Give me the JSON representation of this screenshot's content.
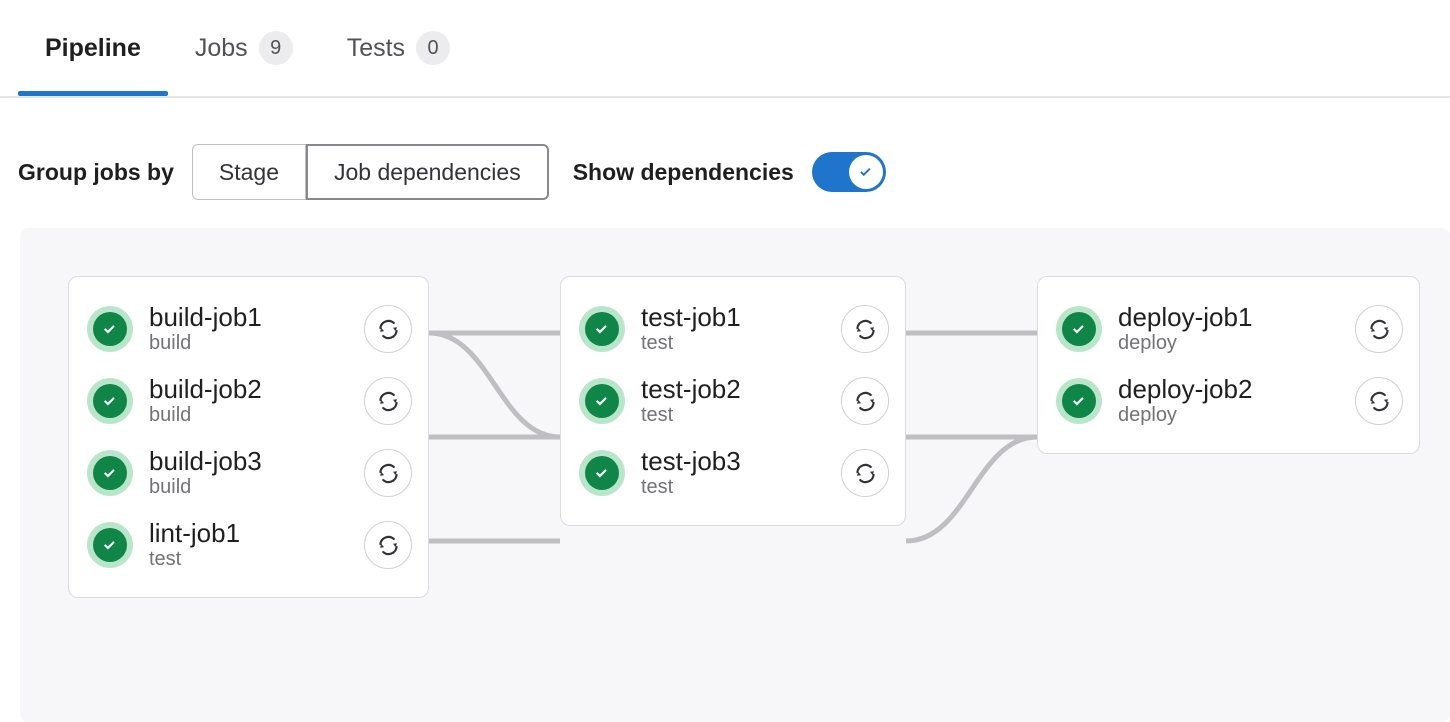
{
  "tabs": [
    {
      "label": "Pipeline",
      "badge": null,
      "active": true,
      "name": "tab-pipeline"
    },
    {
      "label": "Jobs",
      "badge": "9",
      "active": false,
      "name": "tab-jobs"
    },
    {
      "label": "Tests",
      "badge": "0",
      "active": false,
      "name": "tab-tests"
    }
  ],
  "controls": {
    "group_label": "Group jobs by",
    "segmented": [
      {
        "label": "Stage",
        "selected": false
      },
      {
        "label": "Job dependencies",
        "selected": true
      }
    ],
    "toggle_label": "Show dependencies",
    "toggle_on": true
  },
  "colors": {
    "accent": "#1f75cb",
    "success": "#108548",
    "success_ring": "#b9e5c9",
    "graph_bg": "#f7f7fa",
    "edge": "#bfbfc3",
    "card_border": "#dcdcde"
  },
  "graph": {
    "columns": [
      {
        "name": "column-build",
        "jobs": [
          {
            "name": "build-job1",
            "stage": "build",
            "status": "success",
            "retry_icon": "retry-icon"
          },
          {
            "name": "build-job2",
            "stage": "build",
            "status": "success",
            "retry_icon": "retry-icon"
          },
          {
            "name": "build-job3",
            "stage": "build",
            "status": "success",
            "retry_icon": "retry-icon"
          },
          {
            "name": "lint-job1",
            "stage": "test",
            "status": "success",
            "retry_icon": "retry-icon"
          }
        ]
      },
      {
        "name": "column-test",
        "jobs": [
          {
            "name": "test-job1",
            "stage": "test",
            "status": "success",
            "retry_icon": "retry-icon"
          },
          {
            "name": "test-job2",
            "stage": "test",
            "status": "success",
            "retry_icon": "retry-icon"
          },
          {
            "name": "test-job3",
            "stage": "test",
            "status": "success",
            "retry_icon": "retry-icon"
          }
        ]
      },
      {
        "name": "column-deploy",
        "jobs": [
          {
            "name": "deploy-job1",
            "stage": "deploy",
            "status": "success",
            "retry_icon": "retry-icon"
          },
          {
            "name": "deploy-job2",
            "stage": "deploy",
            "status": "success",
            "retry_icon": "retry-icon"
          }
        ]
      }
    ],
    "edges": [
      {
        "from": "build-job1",
        "to": "test-job1"
      },
      {
        "from": "build-job1",
        "to": "test-job2"
      },
      {
        "from": "build-job2",
        "to": "test-job2"
      },
      {
        "from": "build-job3",
        "to": "test-job3"
      },
      {
        "from": "test-job1",
        "to": "deploy-job1"
      },
      {
        "from": "test-job2",
        "to": "deploy-job2"
      },
      {
        "from": "test-job3",
        "to": "deploy-job2"
      }
    ]
  }
}
